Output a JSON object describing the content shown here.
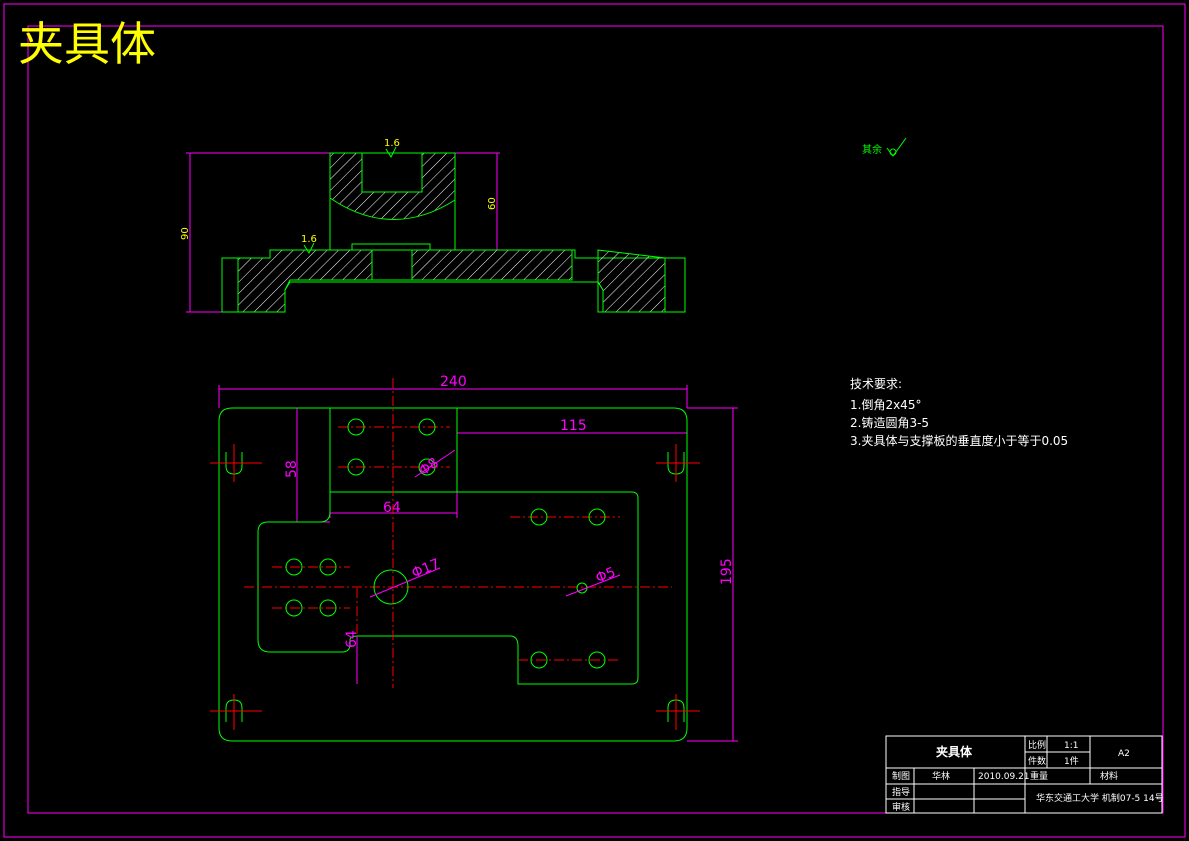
{
  "drawing": {
    "title": "夹具体"
  },
  "section_view": {
    "dim_overall_height": "90",
    "dim_boss_height": "60",
    "roughness_top": "1.6",
    "roughness_left": "1.6"
  },
  "plan_view": {
    "dim_width": "240",
    "dim_height": "195",
    "dim_offset": "115",
    "dim_58": "58",
    "dim_64": "64",
    "dim_64_vertical": "64",
    "dim_hole_small": "Φ8",
    "dim_hole_large": "Φ17",
    "dim_hole_pin": "Φ5"
  },
  "roughness_rest": {
    "label": "其余"
  },
  "tech_requirements": {
    "heading": "技术要求:",
    "items": [
      "1.倒角2x45°",
      "2.铸造圆角3-5",
      "3.夹具体与支撑板的垂直度小于等于0.05"
    ]
  },
  "title_block": {
    "part_name": "夹具体",
    "scale_label": "比例",
    "scale_value": "1:1",
    "qty_label": "件数",
    "qty_value": "1件",
    "sheet_size": "A2",
    "drawn_label": "制图",
    "drawn_name": "华林",
    "date": "2010.09.21",
    "weight_label": "重量",
    "material_label": "材料",
    "designed_label": "指导",
    "checked_label": "审核",
    "school": "华东交通工大学 机制07-5 14号"
  }
}
